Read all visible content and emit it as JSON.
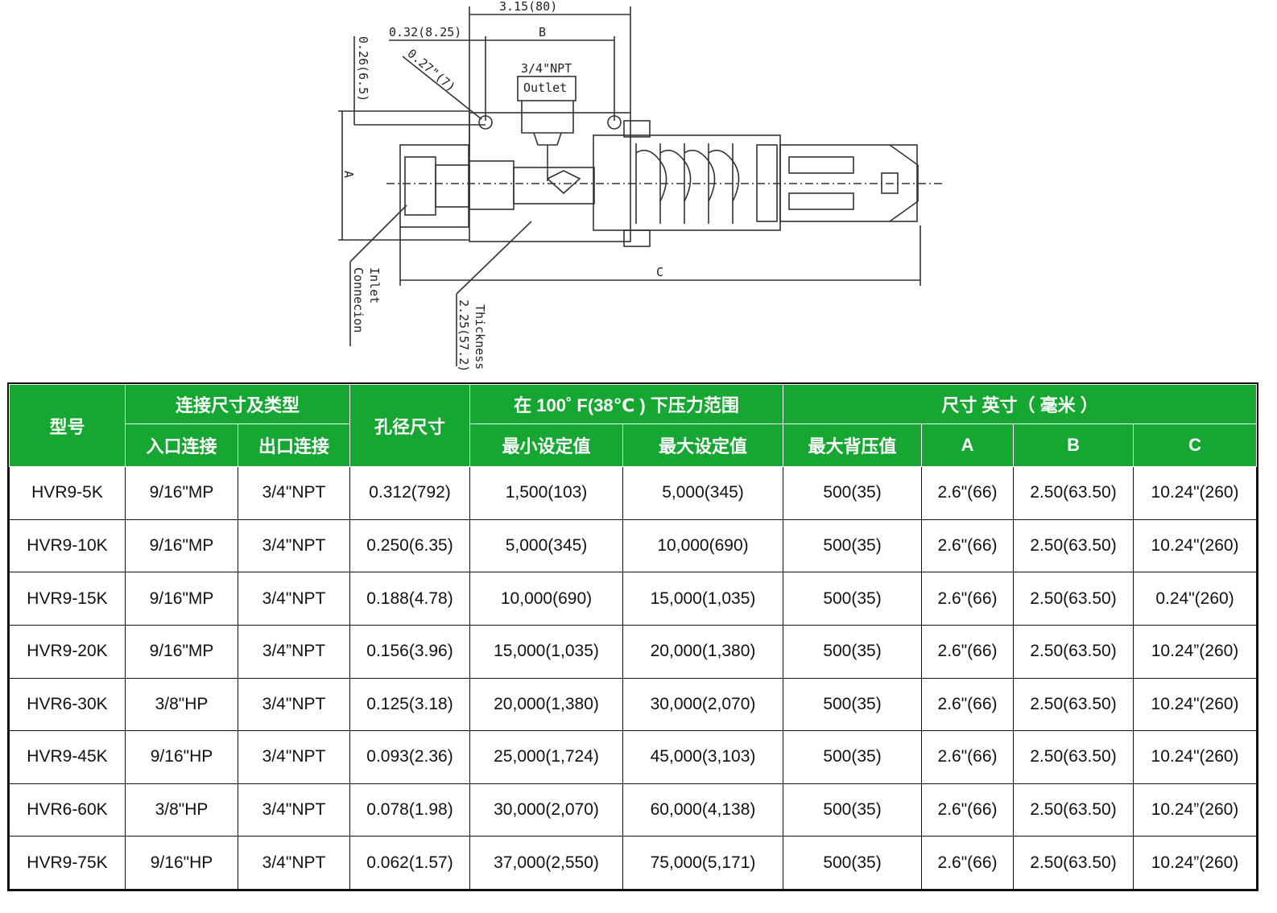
{
  "drawing": {
    "labels": {
      "total_width": "3.15(80)",
      "offset_left": "0.32(8.25)",
      "dim_b": "B",
      "hole": "0.27\"(7)",
      "outlet_size": "3/4\"NPT",
      "outlet": "Outlet",
      "offset_top": "0.26(6.5)",
      "dim_a": "A",
      "dim_c": "C",
      "inlet": "Inlet",
      "inlet_conn": "Connecion",
      "thickness": "Thickness",
      "thickness_val": "2.25(57.2)"
    },
    "line_color": "#333333"
  },
  "table": {
    "accent_color": "#16a632",
    "headers": {
      "model": "型号",
      "connection": "连接尺寸及类型",
      "inlet": "入口连接",
      "outlet": "出口连接",
      "orifice": "孔径尺寸",
      "pressure_range": "在 100˚ F(38℃ ) 下压力范围",
      "min_set": "最小设定值",
      "max_set": "最大设定值",
      "dimensions": "尺寸  英寸（ 毫米 ）",
      "max_back": "最大背压值",
      "a": "A",
      "b": "B",
      "c": "C"
    },
    "rows": [
      [
        "HVR9-5K",
        "9/16\"MP",
        "3/4\"NPT",
        "0.312(792)",
        "1,500(103)",
        "5,000(345)",
        "500(35)",
        "2.6\"(66)",
        "2.50(63.50)",
        "10.24\"(260)"
      ],
      [
        "HVR9-10K",
        "9/16\"MP",
        "3/4\"NPT",
        "0.250(6.35)",
        "5,000(345)",
        "10,000(690)",
        "500(35)",
        "2.6\"(66)",
        "2.50(63.50)",
        "10.24\"(260)"
      ],
      [
        "HVR9-15K",
        "9/16\"MP",
        "3/4\"NPT",
        "0.188(4.78)",
        "10,000(690)",
        "15,000(1,035)",
        "500(35)",
        "2.6\"(66)",
        "2.50(63.50)",
        "0.24\"(260)"
      ],
      [
        "HVR9-20K",
        "9/16\"MP",
        "3/4”NPT",
        "0.156(3.96)",
        "15,000(1,035)",
        "20,000(1,380)",
        "500(35)",
        "2.6\"(66)",
        "2.50(63.50)",
        "10.24”(260)"
      ],
      [
        "HVR6-30K",
        "3/8\"HP",
        "3/4\"NPT",
        "0.125(3.18)",
        "20,000(1,380)",
        "30,000(2,070)",
        "500(35)",
        "2.6\"(66)",
        "2.50(63.50)",
        "10.24\"(260)"
      ],
      [
        "HVR9-45K",
        "9/16\"HP",
        "3/4\"NPT",
        "0.093(2.36)",
        "25,000(1,724)",
        "45,000(3,103)",
        "500(35)",
        "2.6\"(66)",
        "2.50(63.50)",
        "10.24\"(260)"
      ],
      [
        "HVR6-60K",
        "3/8\"HP",
        "3/4\"NPT",
        "0.078(1.98)",
        "30,000(2,070)",
        "60,000(4,138)",
        "500(35)",
        "2.6\"(66)",
        "2.50(63.50)",
        "10.24”(260)"
      ],
      [
        "HVR9-75K",
        "9/16\"HP",
        "3/4\"NPT",
        "0.062(1.57)",
        "37,000(2,550)",
        "75,000(5,171)",
        "500(35)",
        "2.6\"(66)",
        "2.50(63.50)",
        "10.24”(260)"
      ]
    ]
  }
}
